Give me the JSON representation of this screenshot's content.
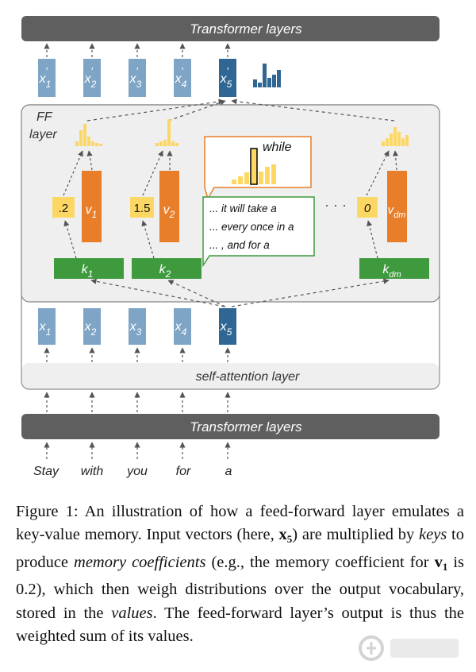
{
  "top_bar": {
    "label": "Transformer layers"
  },
  "bottom_bar": {
    "label": "Transformer layers"
  },
  "output_vectors": [
    {
      "base": "x",
      "prime": "′",
      "sub": "1"
    },
    {
      "base": "x",
      "prime": "′",
      "sub": "2"
    },
    {
      "base": "x",
      "prime": "′",
      "sub": "3"
    },
    {
      "base": "x",
      "prime": "′",
      "sub": "4"
    },
    {
      "base": "x",
      "prime": "′",
      "sub": "5"
    }
  ],
  "input_vectors": [
    {
      "base": "x",
      "sub": "1"
    },
    {
      "base": "x",
      "sub": "2"
    },
    {
      "base": "x",
      "sub": "3"
    },
    {
      "base": "x",
      "sub": "4"
    },
    {
      "base": "x",
      "sub": "5"
    }
  ],
  "ff_layer": {
    "label_line1": "FF",
    "label_line2": "layer"
  },
  "memories": [
    {
      "coef": ".2",
      "value": {
        "base": "v",
        "sub": "1"
      },
      "key": {
        "base": "k",
        "sub": "1"
      }
    },
    {
      "coef": "1.5",
      "value": {
        "base": "v",
        "sub": "2"
      },
      "key": {
        "base": "k",
        "sub": "2"
      }
    },
    {
      "coef": "0",
      "value": {
        "base": "v",
        "sub": "dm"
      },
      "key": {
        "base": "k",
        "sub": "dm"
      }
    }
  ],
  "ellipsis": "· · ·",
  "value_callout": {
    "word": "while"
  },
  "key_callout": {
    "lines": [
      "... it will take a",
      "... every once in a",
      "... , and for a"
    ]
  },
  "self_attention": {
    "label": "self-attention layer"
  },
  "tokens": [
    "Stay",
    "with",
    "you",
    "for",
    "a"
  ],
  "caption": {
    "p1": "Figure 1:  An illustration of how a feed-forward layer emulates a key-value memory. Input vectors (here, ",
    "x5_base": "x",
    "x5_sub": "5",
    "p2": ") are multiplied by ",
    "keys": "keys",
    "p3": " to produce ",
    "memory_coefficients": "memory coefficients",
    "p4": " (e.g., the memory coefficient for ",
    "v1_base": "v",
    "v1_sub": "1",
    "p5": " is 0.2), which then weigh distributions over the output vocabulary, stored in the ",
    "values": "values",
    "p6": ".  The feed-forward layer’s output is thus the weighted sum of its values."
  },
  "colors": {
    "bar": "#5f5f5f",
    "input_blue": "#7ea4c6",
    "dark_blue": "#2f6694",
    "orange": "#e87e2a",
    "green": "#3f9a3e",
    "yellow": "#fdd764",
    "panel": "#efefef"
  },
  "icons": {
    "watermark": "coin-logo"
  }
}
